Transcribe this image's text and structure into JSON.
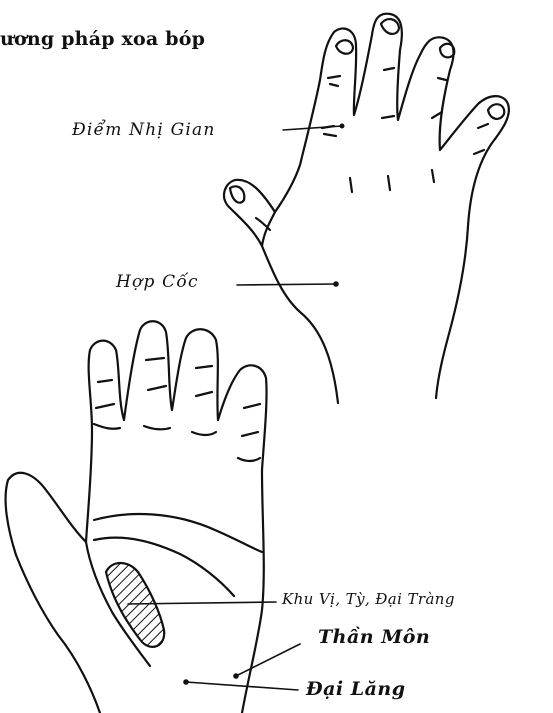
{
  "title": "ương pháp xoa bóp",
  "labels": {
    "nhi_gian": "Điểm Nhị Gian",
    "hop_coc": "Hợp Cốc",
    "khu_vuc": "Khu Vị, Tỳ, Đại Tràng",
    "than_mon": "Thần Môn",
    "dai_lang": "Đại Lăng"
  }
}
